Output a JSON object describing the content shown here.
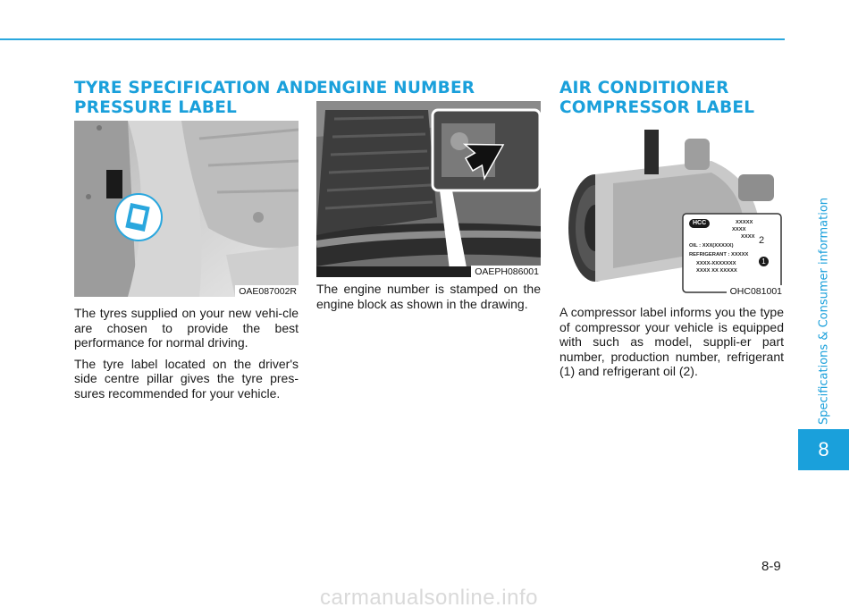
{
  "page": {
    "number": "8-9",
    "chapter_number": "8",
    "chapter_title": "Specifications & Consumer information"
  },
  "sections": [
    {
      "heading_lines": [
        "TYRE SPECIFICATION AND",
        "PRESSURE LABEL"
      ],
      "figure_code": "OAE087002R",
      "paragraphs": [
        "The tyres supplied on your new vehi-cle are chosen to provide the best performance for normal driving.",
        "The tyre label located on the driver's side centre pillar gives the tyre pres-sures recommended for your vehicle."
      ]
    },
    {
      "heading_lines": [
        "ENGINE NUMBER"
      ],
      "figure_code": "OAEPH086001",
      "paragraphs": [
        "The engine number is stamped on the engine block as shown in the drawing."
      ]
    },
    {
      "heading_lines": [
        "AIR CONDITIONER",
        "COMPRESSOR LABEL"
      ],
      "figure_code": "OHC081001",
      "label": {
        "brand": "HCC",
        "lines": [
          "XXXXX",
          "XXXX",
          "XXXX",
          "OIL : XXX(XXXXX)",
          "REFRIGERANT : XXXXX",
          "XXXX-XXXXXXX",
          "XXXX XX XXXXX"
        ],
        "callouts": [
          "1",
          "2"
        ]
      },
      "paragraphs": [
        "A compressor label informs you the type of compressor your vehicle is equipped with such as model, suppli-er part number, production number, refrigerant (1) and refrigerant oil (2)."
      ]
    }
  ],
  "watermark": "carmanualsonline.info",
  "colors": {
    "accent": "#1aa0db",
    "rule": "#2aa7de",
    "text": "#1a1a1a"
  }
}
